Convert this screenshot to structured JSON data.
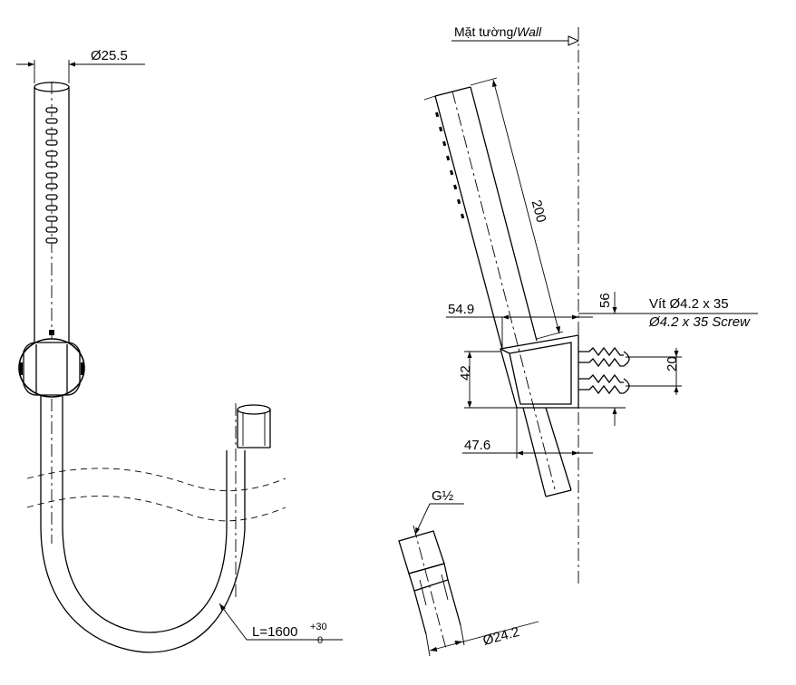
{
  "labels": {
    "head_diameter": "Ø25.5",
    "wall_vi": "Mặt tường/",
    "wall_en": "Wall",
    "length_200": "200",
    "dim_56": "56",
    "dim_54_9": "54.9",
    "screw_vi": "Vít Ø4.2 x 35",
    "screw_en": "Ø4.2 x 35 Screw",
    "dim_42": "42",
    "dim_20": "20",
    "dim_47_6": "47.6",
    "thread": "G½",
    "nut_diameter": "Ø24.2",
    "hose_length": "L=1600",
    "tol_upper": "+30",
    "tol_lower": "0"
  }
}
